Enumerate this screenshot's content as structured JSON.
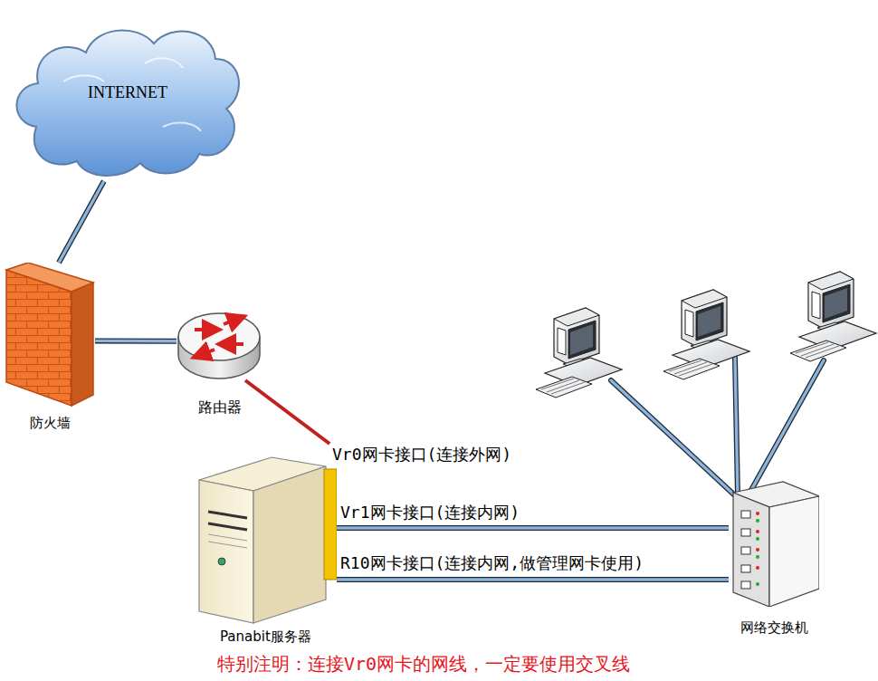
{
  "diagram": {
    "nodes": [
      {
        "text": [
          "INTERNET"
        ]
      },
      {
        "text": [
          "防火墙"
        ]
      },
      {
        "text": [
          "路由器"
        ]
      },
      {
        "text": [
          "Panabit服务器"
        ]
      },
      {
        "text": [
          "网络交换机"
        ]
      }
    ],
    "edges": [
      {
        "from": 0,
        "to": 1,
        "arrow": "none"
      },
      {
        "from": 1,
        "to": 2,
        "arrow": "none"
      },
      {
        "from": 2,
        "to": 3,
        "arrow": "none"
      },
      {
        "from": 3,
        "to": 4,
        "label": "Vr1网卡接口(连接内网)",
        "arrow": "none"
      },
      {
        "from": 3,
        "to": 4,
        "label": "R10网卡接口(连接内网,做管理网卡使用)",
        "arrow": "none"
      }
    ],
    "labels": [
      "Vr0网卡接口(连接外网)",
      "特别注明：连接Vr0网卡的网线，一定要使用交叉线"
    ]
  }
}
